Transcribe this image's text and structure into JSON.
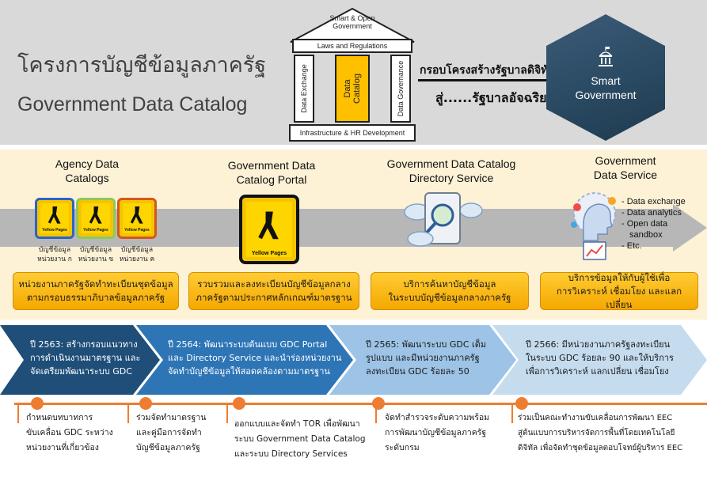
{
  "header": {
    "title_th": "โครงการบัญชีข้อมูลภาครัฐ",
    "title_en": "Government Data Catalog",
    "temple": {
      "roof": "Smart & Open Government",
      "beam": "Laws and Regulations",
      "col_left": "Data Exchange",
      "col_center": "Data Catalog",
      "col_right": "Data Governance",
      "base": "Infrastructure & HR Development"
    },
    "framework_line1": "กรอบโครงสร้างรัฐบาลดิจิทัล",
    "framework_line2": "สู่......รัฐบาลอัจฉริยะ",
    "smart_gov_line1": "Smart",
    "smart_gov_line2": "Government"
  },
  "services": {
    "agency": {
      "title_line1": "Agency Data",
      "title_line2": "Catalogs",
      "items": [
        {
          "line1": "บัญชีข้อมูล",
          "line2": "หน่วยงาน ก"
        },
        {
          "line1": "บัญชีข้อมูล",
          "line2": "หน่วยงาน ข"
        },
        {
          "line1": "บัญชีข้อมูล",
          "line2": "หน่วยงาน ค"
        }
      ],
      "desc_line1": "หน่วยงานภาครัฐจัดทำทะเบียนชุดข้อมูล",
      "desc_line2": "ตามกรอบธรรมาภิบาลข้อมูลภาครัฐ"
    },
    "portal": {
      "title_line1": "Government Data",
      "title_line2": "Catalog Portal",
      "desc_line1": "รวบรวมและลงทะเบียนบัญชีข้อมูลกลาง",
      "desc_line2": "ภาครัฐตามประกาศหลักเกณฑ์มาตรฐาน"
    },
    "directory": {
      "title_line1": "Government Data Catalog",
      "title_line2": "Directory Service",
      "desc_line1": "บริการค้นหาบัญชีข้อมูล",
      "desc_line2": "ในระบบบัญชีข้อมูลกลางภาครัฐ"
    },
    "data_service": {
      "title_line1": "Government",
      "title_line2": "Data Service",
      "bullets": [
        "Data exchange",
        "Data analytics",
        "Open data",
        "sandbox",
        "Etc."
      ],
      "desc_line1": "บริการข้อมูลให้กับผู้ใช้เพื่อ",
      "desc_line2": "การวิเคราะห์ เชื่อมโยง และแลกเปลี่ยน"
    },
    "yellow_pages_label": "Yellow Pages"
  },
  "timeline": {
    "phases": [
      {
        "line1": "ปี 2563: สร้างกรอบแนวทาง",
        "line2": "การดำเนินงานมาตรฐาน  และ",
        "line3": "จัดเตรียมพัฒนาระบบ GDC"
      },
      {
        "line1": "ปี 2564: พัฒนาระบบต้นแบบ GDC Portal",
        "line2": "และ Directory Service และนำร่องหน่วยงาน",
        "line3": "จัดทำบัญชีข้อมูลให้สอดคล้องตามมาตรฐาน"
      },
      {
        "line1": "ปี 2565: พัฒนาระบบ GDC เต็ม",
        "line2": "รูปแบบ และมีหน่วยงานภาครัฐ",
        "line3": "ลงทะเบียน GDC ร้อยละ 50"
      },
      {
        "line1": "ปี 2566: มีหน่วยงานภาครัฐลงทะเบียน",
        "line2": "ในระบบ GDC ร้อยละ 90 และให้บริการ",
        "line3": "เพื่อการวิเคราะห์ แลกเปลี่ยน เชื่อมโยง"
      }
    ],
    "milestones": [
      {
        "line1": "กำหนดบทบาทการ",
        "line2": "ขับเคลื่อน GDC ระหว่าง",
        "line3": "หน่วยงานที่เกี่ยวข้อง"
      },
      {
        "line1": "ร่วมจัดทำมาตรฐาน",
        "line2": "และคู่มือการจัดทำ",
        "line3": "บัญชีข้อมูลภาครัฐ"
      },
      {
        "line1": "ออกแบบและจัดทำ TOR เพื่อพัฒนา",
        "line2": "ระบบ Government Data Catalog",
        "line3": "และระบบ Directory Services"
      },
      {
        "line1": "จัดทำสำรวจระดับความพร้อม",
        "line2": "การพัฒนาบัญชีข้อมูลภาครัฐ",
        "line3": "ระดับกรม"
      },
      {
        "line1": "ร่วมเป็นคณะทำงานขับเคลื่อนการพัฒนา EEC",
        "line2": "สู่ต้นแบบการบริหารจัดการพื้นที่โดยเทคโนโลยี",
        "line3": "ดิจิทัล เพื่อจัดทำชุดข้อมูลตอบโจทย์ผู้บริหาร EEC"
      }
    ]
  },
  "colors": {
    "header_bg": "#d9d9d9",
    "service_bg": "#fdf1d6",
    "pill_yellow": "#ffc000",
    "timeline_orange": "#ed7d31",
    "chevron_dark": "#1f4e79",
    "chevron_mid": "#2e75b6",
    "chevron_light": "#9dc3e6",
    "chevron_pale": "#bdd7ee"
  }
}
